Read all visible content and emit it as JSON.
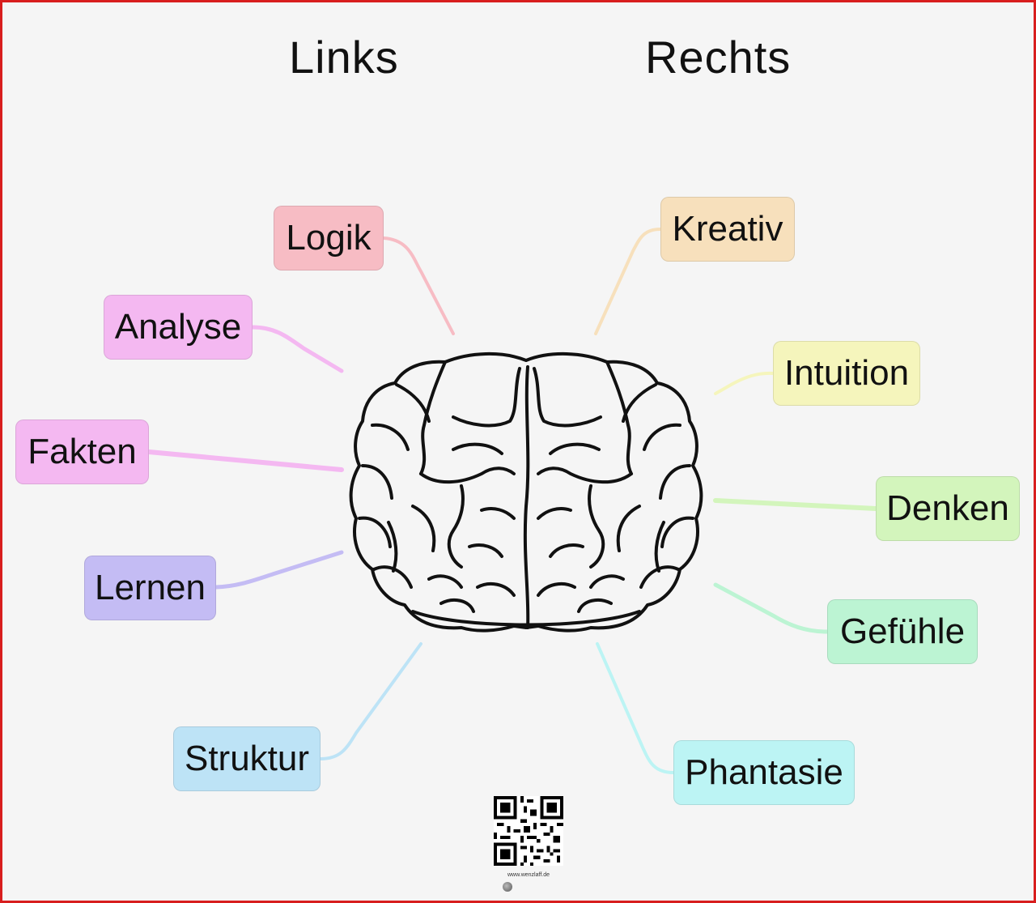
{
  "headings": {
    "left": "Links",
    "right": "Rechts"
  },
  "nodes": {
    "logik": {
      "label": "Logik",
      "color": "#f7bcc4"
    },
    "analyse": {
      "label": "Analyse",
      "color": "#f4b8f1"
    },
    "fakten": {
      "label": "Fakten",
      "color": "#f4b8f1"
    },
    "lernen": {
      "label": "Lernen",
      "color": "#c4bcf4"
    },
    "struktur": {
      "label": "Struktur",
      "color": "#bde3f6"
    },
    "kreativ": {
      "label": "Kreativ",
      "color": "#f7e0bc"
    },
    "intuition": {
      "label": "Intuition",
      "color": "#f5f5bc"
    },
    "denken": {
      "label": "Denken",
      "color": "#d3f5bc"
    },
    "gefuehle": {
      "label": "Gefühle",
      "color": "#bcf4d3"
    },
    "phantasie": {
      "label": "Phantasie",
      "color": "#bcf4f4"
    }
  },
  "footer": {
    "url": "www.wenzlaff.de"
  }
}
